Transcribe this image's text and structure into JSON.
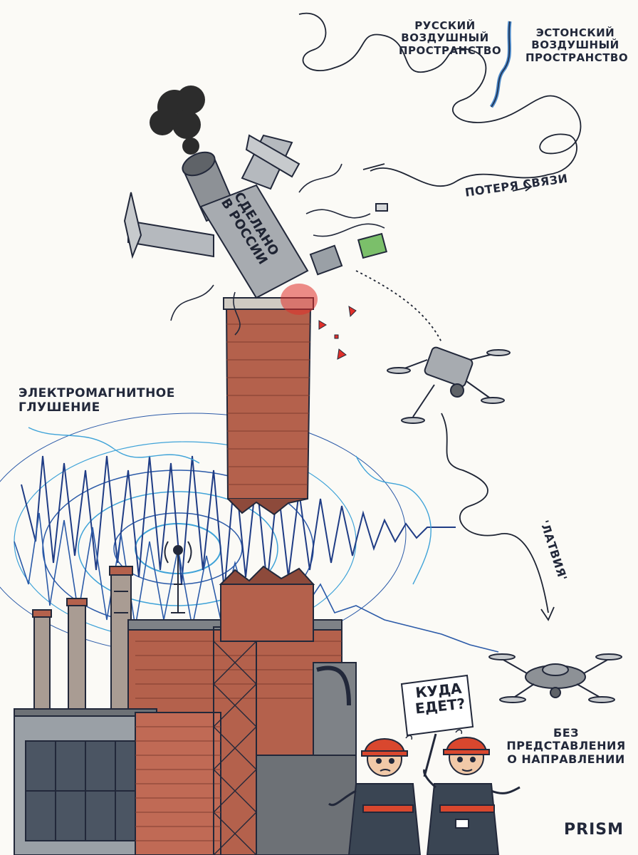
{
  "labels": {
    "russian_airspace": [
      "РУССКИЙ",
      "ВОЗДУШНЫЙ",
      "ПРОСТРАНСТВО"
    ],
    "estonian_airspace": [
      "ЭСТОНСКИЙ",
      "ВОЗДУШНЫЙ",
      "ПРОСТРАНСТВО"
    ],
    "signal_loss": "ПОТЕРЯ СВЯЗИ",
    "em_jamming": [
      "ЭЛЕКТРОМАГНИТНОЕ",
      "ГЛУШЕНИЕ"
    ],
    "latvia": "'ЛАТВИЯ'",
    "no_direction": [
      "БЕЗ ПРЕДСТАВЛЕНИЯ",
      "О НАПРАВЛЕНИИ"
    ]
  },
  "drone_text": [
    "СДЕЛАНО",
    "В РОССИИ"
  ],
  "sign_text": [
    "КУДА",
    "ЕДЕТ?"
  ],
  "signature": "PRISM",
  "colors": {
    "ink": "#22283a",
    "brick": "#b4614c",
    "brick_dark": "#7f3d31",
    "metal": "#8d9196",
    "jam_blue": "#2b5aa8",
    "jam_light": "#3fa3d8",
    "border_blue": "#4a88c9",
    "fire_red": "#e0302a",
    "helmet": "#d9472e",
    "workwear": "#3a4553"
  }
}
